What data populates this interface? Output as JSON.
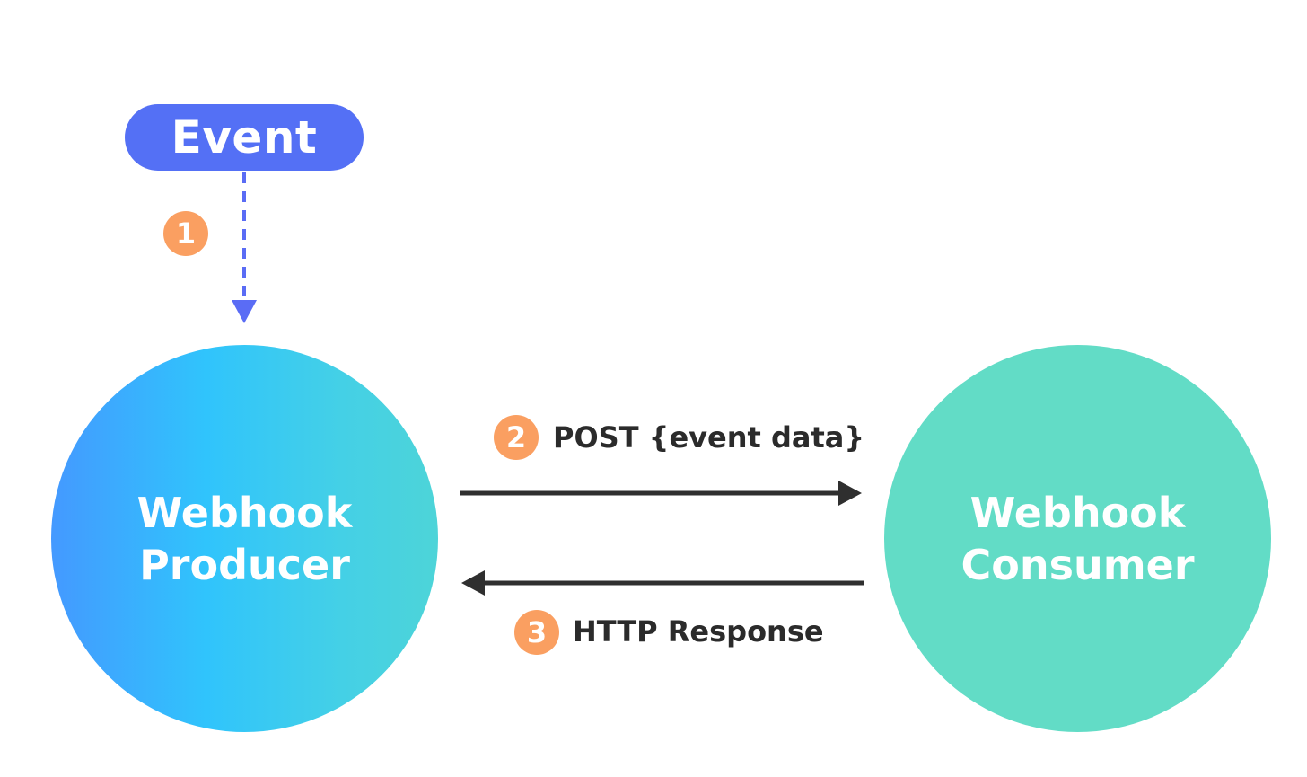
{
  "event": {
    "label": "Event"
  },
  "producer": {
    "line1": "Webhook",
    "line2": "Producer"
  },
  "consumer": {
    "line1": "Webhook",
    "line2": "Consumer"
  },
  "steps": [
    {
      "number": "1",
      "label": ""
    },
    {
      "number": "2",
      "label": "POST {event data}"
    },
    {
      "number": "3",
      "label": "HTTP Response"
    }
  ],
  "colors": {
    "event_pill": "#5470f5",
    "dashed_arrow": "#5a6cf5",
    "badge": "#fa9f61",
    "solid_arrow": "#2f2f2f",
    "consumer": "#62dcc6"
  }
}
